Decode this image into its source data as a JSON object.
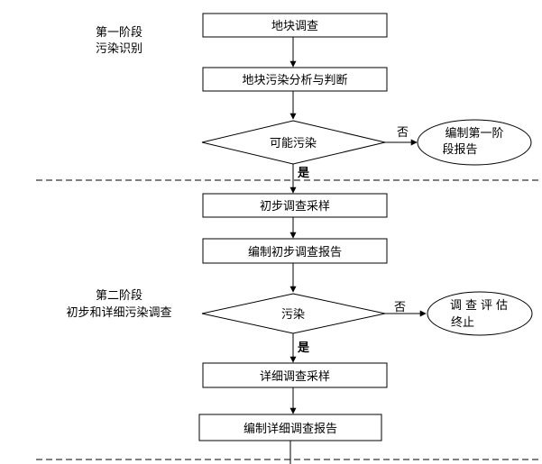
{
  "stage1": {
    "line1": "第一阶段",
    "line2": "污染识别"
  },
  "stage2": {
    "line1": "第二阶段",
    "line2": "初步和详细污染调查"
  },
  "nodes": {
    "site_survey": "地块调查",
    "pollution_analysis": "地块污染分析与判断",
    "possible_pollution": "可能污染",
    "report1_line1": "编制第一阶",
    "report1_line2": "段报告",
    "initial_sampling": "初步调查采样",
    "initial_report": "编制初步调查报告",
    "pollution": "污染",
    "terminate_line1": "调查评估",
    "terminate_line2": "终止",
    "detailed_sampling": "详细调查采样",
    "detailed_report": "编制详细调查报告"
  },
  "labels": {
    "no1": "否",
    "yes1": "是",
    "no2": "否",
    "yes2": "是"
  }
}
